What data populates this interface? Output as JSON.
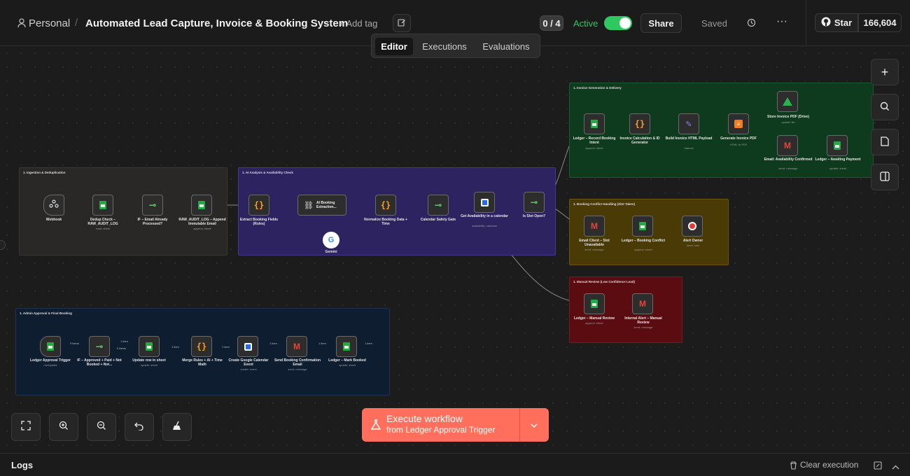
{
  "header": {
    "workspace": "Personal",
    "title": "Automated Lead Capture, Invoice & Booking System",
    "add_tag": "+ Add tag",
    "counter": "0 / 4",
    "active_label": "Active",
    "share_label": "Share",
    "saved_label": "Saved",
    "star_label": "Star",
    "star_count": "166,604"
  },
  "tabs": [
    "Editor",
    "Executions",
    "Evaluations"
  ],
  "groups": {
    "g1": "1. Ingestion & Deduplication",
    "g2": "1. AI Analysis & Availability Check",
    "g3": "1. Invoice Generation & Delivery",
    "g4": "1. Booking Conflict Handling (Slot Taken)",
    "g5": "1. Manual Review (Low Confidence Lead)",
    "g6": "1. Admin Approval & Final Booking"
  },
  "nodes": {
    "webhook": "Webhook",
    "dedup": "Dedup Check – RAW_AUDIT_LOG",
    "dedup_sub": "read: sheet",
    "if_processed": "IF – Email Already Processed?",
    "raw_audit": "RAW_AUDIT_LOG – Append Immutable Email",
    "raw_audit_sub": "append: sheet",
    "extract": "Extract Booking Fields (Rules)",
    "ai_booking": "AI Booking Extraction...",
    "gemini": "Gemini",
    "normalize": "Normalize Booking Data + Time",
    "calendar_safety": "Calendar Safety Gate",
    "get_availability": "Get Availability in a calendar",
    "get_availability_sub": "availability: calendar",
    "is_slot_open": "Is Slot Open?",
    "ledger_record": "Ledger – Record Booking Intent",
    "ledger_record_sub": "append: sheet",
    "invoice_calc": "Invoice Calculation & ID Generator",
    "build_html": "Build Invoice HTML Payload",
    "build_html_sub": "manual",
    "generate_pdf": "Generate Invoice PDF",
    "generate_pdf_sub": "HTML to PDF",
    "store_pdf": "Store Invoice PDF (Drive)",
    "store_pdf_sub": "upload: file",
    "email_confirmed": "Email: Availability Confirmed",
    "email_confirmed_sub": "send: message",
    "ledger_awaiting": "Ledger – Awaiting Payment",
    "ledger_awaiting_sub": "update: sheet",
    "email_unavailable": "Email Client – Slot Unavailable",
    "email_unavailable_sub": "send: message",
    "ledger_conflict": "Ledger – Booking Conflict",
    "ledger_conflict_sub": "append: sheet",
    "alert_owner": "Alert Owner",
    "alert_owner_sub": "send: sms",
    "ledger_manual": "Ledger – Manual Review",
    "ledger_manual_sub": "append: sheet",
    "internal_alert": "Internal Alert – Manual Review",
    "internal_alert_sub": "send: message",
    "ledger_trigger": "Ledger Approval Trigger",
    "ledger_trigger_sub": "rowUpdate",
    "if_approved": "IF – Approved + Paid + Not Booked + Not...",
    "update_row": "Update row in sheet",
    "update_row_sub": "update: sheet",
    "merge_rules": "Merge Rules + AI + Time Math",
    "create_event": "Create Google Calendar Event",
    "create_event_sub": "create: event",
    "send_confirmation": "Send Booking Confirmation Email",
    "send_confirmation_sub": "send: message",
    "ledger_booked": "Ledger – Mark Booked",
    "ledger_booked_sub": "update: sheet"
  },
  "edge_labels": [
    "9 items",
    "1 item",
    "0 items",
    "1 item",
    "1 item",
    "1 item",
    "1 item",
    "1 item"
  ],
  "execute": {
    "title": "Execute workflow",
    "subtitle": "from Ledger Approval Trigger"
  },
  "footer": {
    "logs": "Logs",
    "clear": "Clear execution"
  },
  "colors": {
    "accent": "#ff6f5c",
    "active_green": "#2fc760"
  }
}
